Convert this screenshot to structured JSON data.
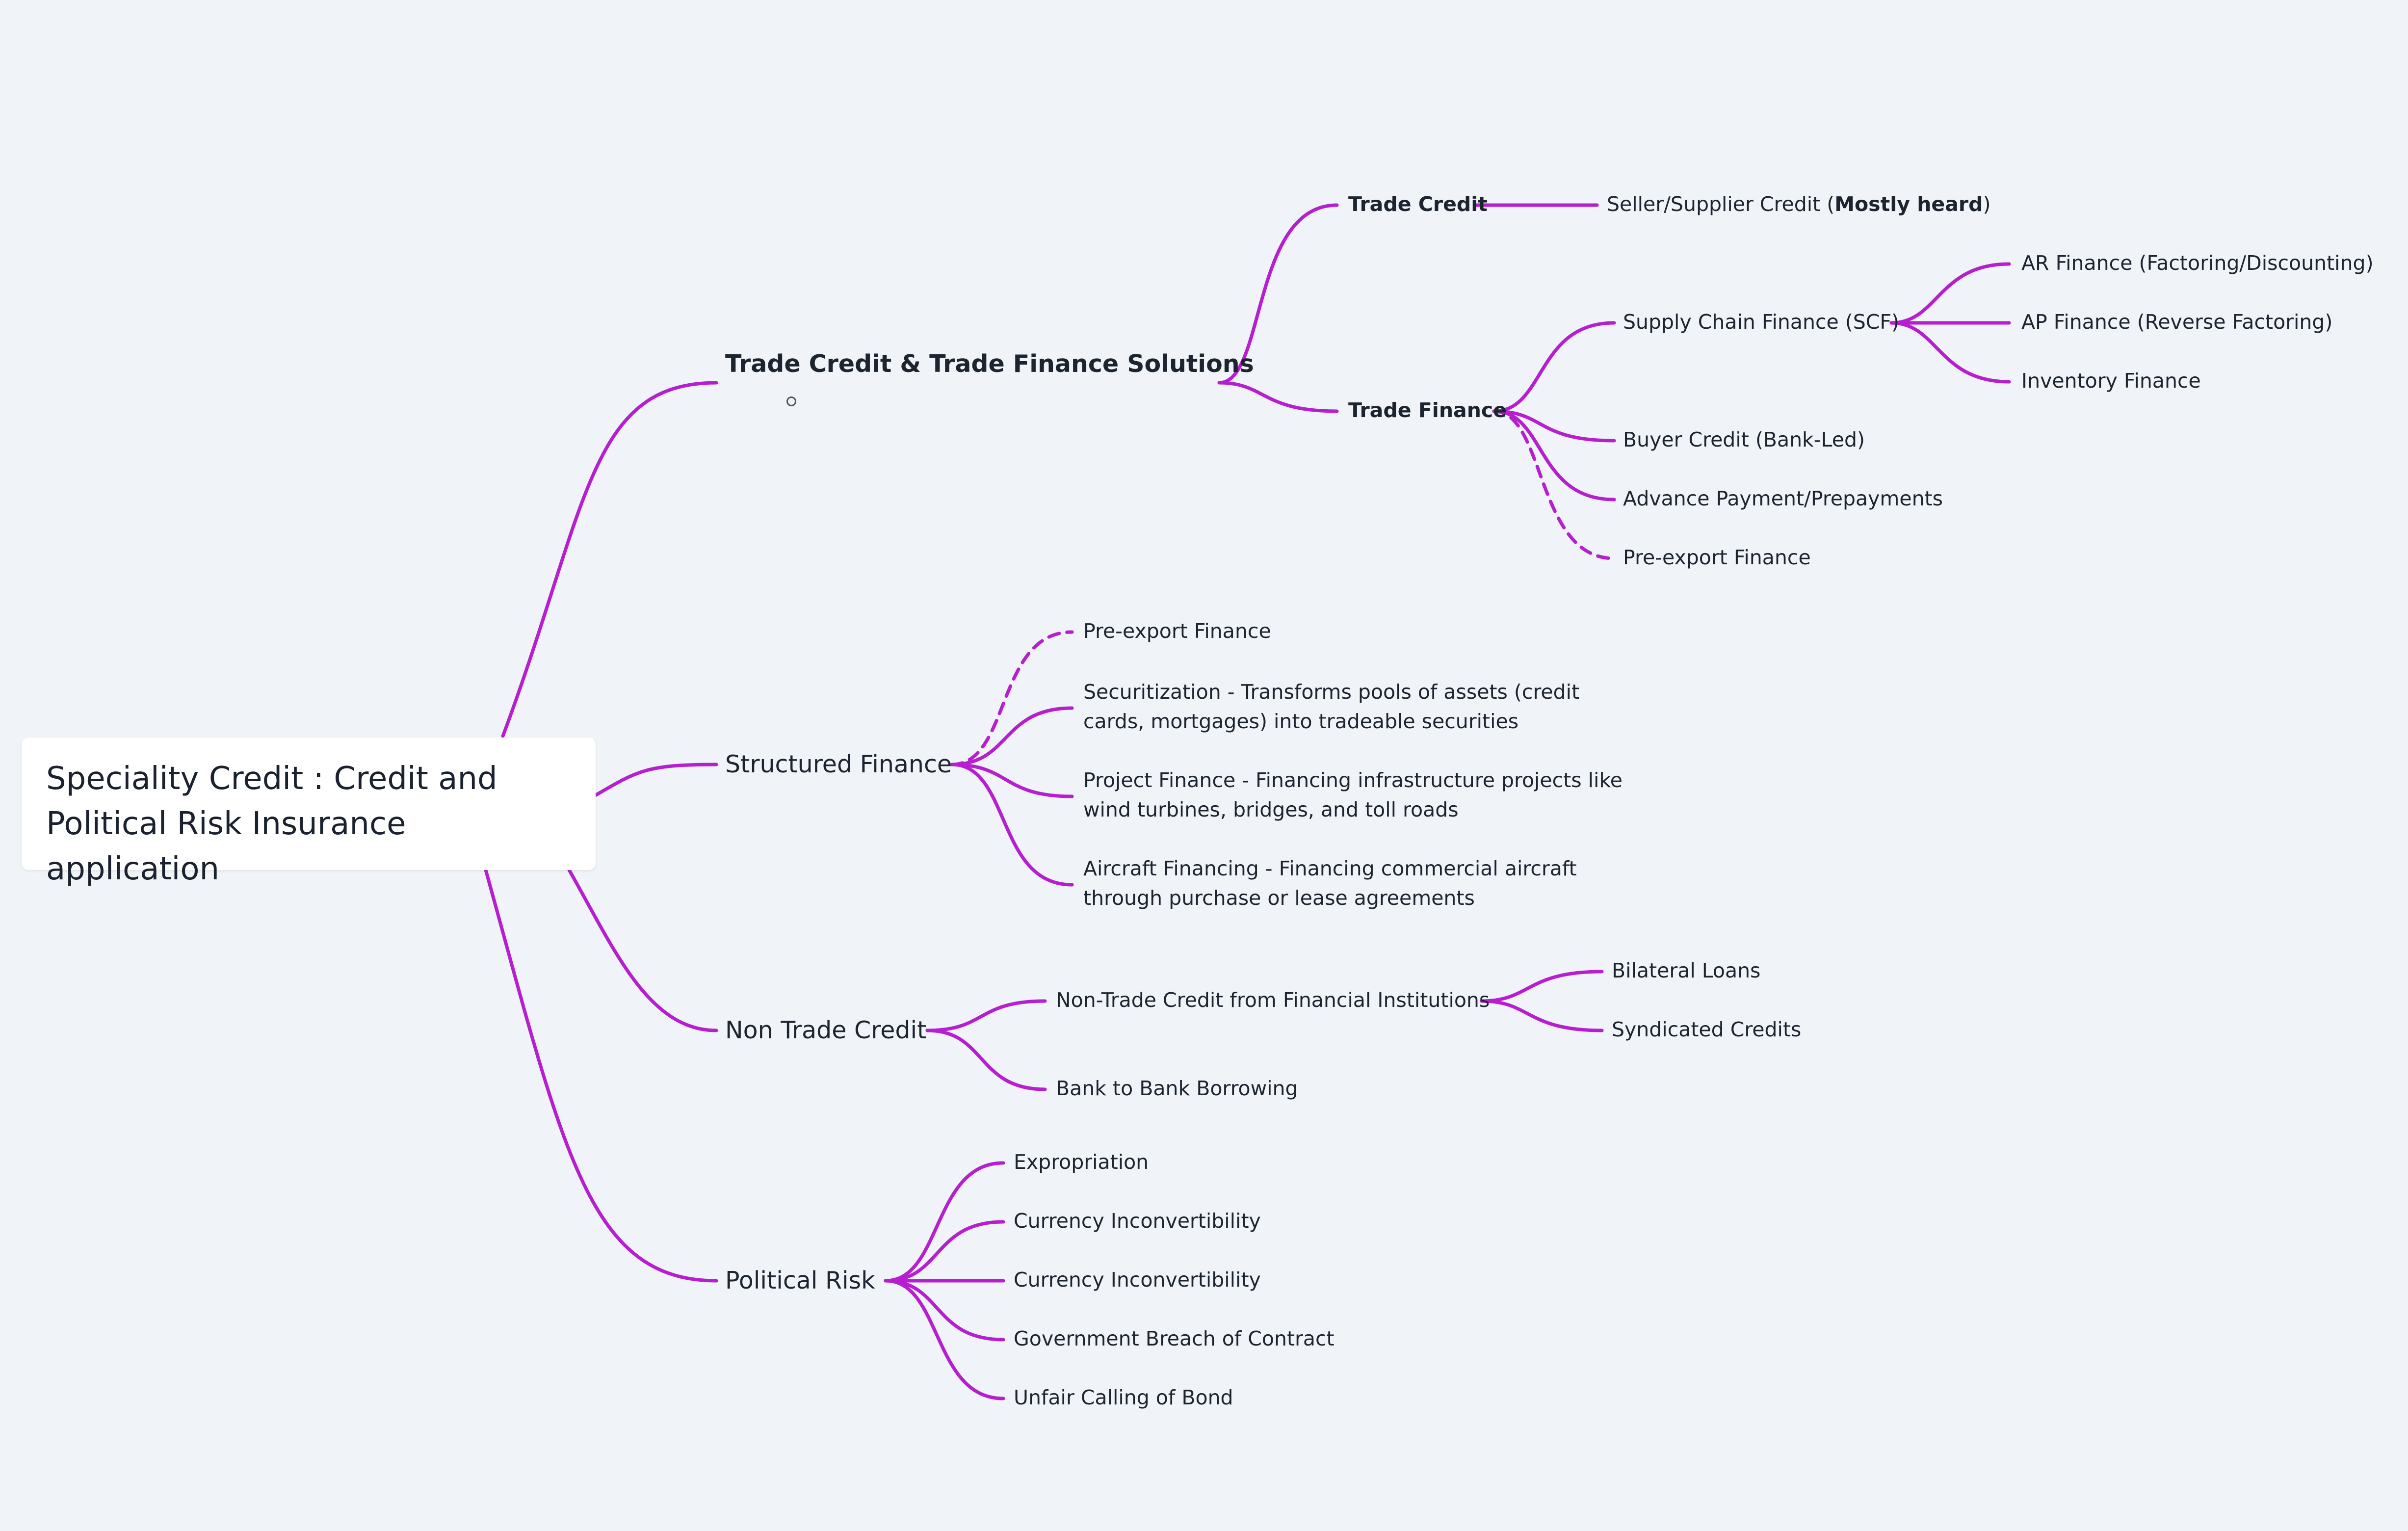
{
  "mindmap": {
    "root": "Speciality Credit : Credit and Political Risk Insurance application",
    "trade": {
      "title": "Trade Credit & Trade Finance Solutions",
      "trade_credit": {
        "label": "Trade Credit",
        "child_prefix": "Seller/Supplier Credit (",
        "child_bold": "Mostly heard",
        "child_suffix": ")"
      },
      "trade_finance": {
        "label": "Trade Finance",
        "scf": {
          "label": "Supply Chain Finance (SCF)",
          "children": [
            "AR Finance (Factoring/Discounting)",
            "AP Finance (Reverse Factoring)",
            "Inventory Finance"
          ]
        },
        "children": [
          "Buyer Credit (Bank-Led)",
          "Advance Payment/Prepayments",
          "Pre-export Finance"
        ]
      }
    },
    "structured": {
      "title": "Structured Finance",
      "children": [
        "Pre-export Finance",
        "Securitization - Transforms pools of assets (credit cards, mortgages) into tradeable securities",
        "Project Finance - Financing infrastructure projects like wind turbines, bridges, and toll roads",
        "Aircraft Financing - Financing commercial aircraft through purchase or lease agreements"
      ]
    },
    "non_trade": {
      "title": "Non Trade Credit",
      "fi": {
        "label": "Non-Trade Credit from Financial Institutions",
        "children": [
          "Bilateral Loans",
          "Syndicated Credits"
        ]
      },
      "bank": "Bank to Bank Borrowing"
    },
    "political": {
      "title": "Political Risk",
      "children": [
        "Expropriation",
        "Currency Inconvertibility",
        "Currency Inconvertibility",
        "Government Breach of Contract",
        "Unfair Calling of Bond"
      ]
    },
    "colors": {
      "connector": "#b61fcf",
      "background": "#f0f3f8",
      "root_card": "#ffffff"
    }
  }
}
